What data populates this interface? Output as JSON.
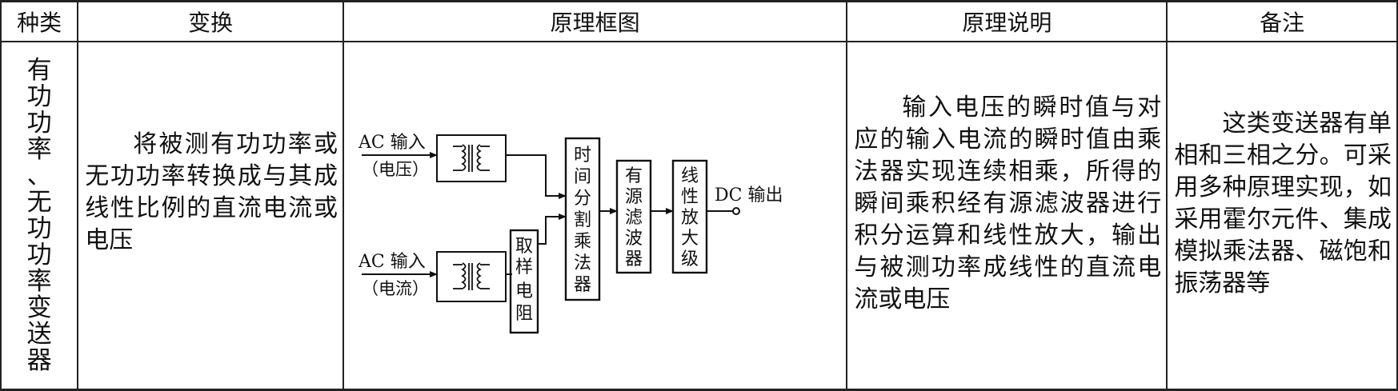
{
  "header": {
    "col_type": "种类",
    "col_transform": "变换",
    "col_diagram": "原理框图",
    "col_principle": "原理说明",
    "col_note": "备注"
  },
  "row": {
    "type_chars": [
      "有",
      "功",
      "功",
      "率",
      "、",
      "无",
      "功",
      "功",
      "率",
      "变",
      "送",
      "器"
    ],
    "transform": "将被测有功功率或无功功率转换成与其成线性比例的直流电流或电压",
    "principle": "输入电压的瞬时值与对应的输入电流的瞬时值由乘法器实现连续相乘，所得的瞬间乘积经有源滤波器进行积分运算和线性放大，输出与被测功率成线性的直流电流或电压",
    "note": "这类变送器有单相和三相之分。可采用多种原理实现，如采用霍尔元件、集成模拟乘法器、磁饱和振荡器等"
  },
  "diagram": {
    "input1_label": "AC 输入",
    "input1_sub": "（电压）",
    "input2_label": "AC 输入",
    "input2_sub": "（电流）",
    "sampling_resistor": [
      "取",
      "样",
      "电",
      "阻"
    ],
    "multiplier": [
      "时",
      "间",
      "分",
      "割",
      "乘",
      "法",
      "器"
    ],
    "filter": [
      "有",
      "源",
      "滤",
      "波",
      "器"
    ],
    "amplifier": [
      "线",
      "性",
      "放",
      "大",
      "级"
    ],
    "output_label": "DC 输出"
  }
}
